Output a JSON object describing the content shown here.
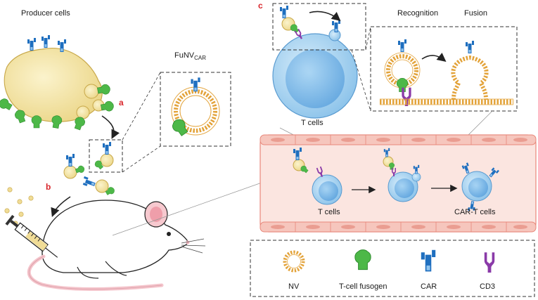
{
  "labels": {
    "producer_cells": "Producer cells",
    "funv_main": "FuNV",
    "funv_sub": "CAR",
    "panel_a": "a",
    "panel_b": "b",
    "panel_c": "c",
    "recognition": "Recognition",
    "fusion": "Fusion",
    "t_cells_top": "T cells",
    "t_cells_vessel": "T cells",
    "car_t_cells": "CAR-T cells"
  },
  "legend": [
    {
      "key": "nv",
      "label": "NV"
    },
    {
      "key": "fusogen",
      "label": "T-cell fusogen"
    },
    {
      "key": "car",
      "label": "CAR"
    },
    {
      "key": "cd3",
      "label": "CD3"
    }
  ],
  "colors": {
    "producer_cell": "#f5e6a3",
    "t_cell": "#a9d3f0",
    "t_cell_nucleus": "#5aa6e3",
    "membrane_bead": "#e3a33a",
    "fusogen": "#4db848",
    "car": "#1f6fbf",
    "cd3": "#8a3aa8",
    "vessel_fill": "#fbe5e0",
    "vessel_wall": "#e8877a",
    "panel_letter": "#d9262c"
  }
}
